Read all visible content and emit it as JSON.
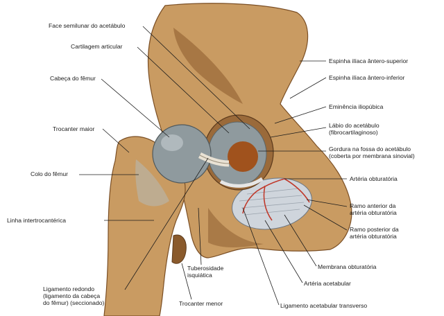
{
  "labels": {
    "face_semilunar": "Face semilunar do acetábulo",
    "cartilagem": "Cartilagem articular",
    "cabeca_femur": "Cabeça do fêmur",
    "trocanter_maior": "Trocanter maior",
    "colo_femur": "Colo do fêmur",
    "linha_intertrocanterica": "Linha intertrocantérica",
    "ligamento_redondo": "Ligamento redondo\n(ligamento da cabeça\ndo fêmur) (seccionado)",
    "tuberosidade": "Tuberosidade\nisquiática",
    "trocanter_menor": "Trocanter menor",
    "espinha_superior": "Espinha ilíaca ântero-superior",
    "espinha_inferior": "Espinha ilíaca ântero-inferior",
    "eminencia": "Eminência iliopúbica",
    "labio": "Lábio do acetábulo\n(fibrocartilaginoso)",
    "gordura": "Gordura na fossa do acetábulo\n(coberta por membrana sinovial)",
    "arteria_obturatoria": "Artéria obturatória",
    "ramo_anterior": "Ramo anterior da\nartéria obturatória",
    "ramo_posterior": "Ramo posterior da\nartéria obturatória",
    "membrana": "Membrana obturatória",
    "arteria_acetabular": "Artéria acetabular",
    "ligamento_transverso": "Ligamento acetabular transverso"
  },
  "colors": {
    "bone": "#c99b62",
    "bone_shadow": "#8a5a2c",
    "cartilage": "#8f9a9e",
    "membrane": "#cfd5dc",
    "artery": "#c0392b",
    "fat": "#a0521d",
    "leader": "#1b1b1b"
  }
}
